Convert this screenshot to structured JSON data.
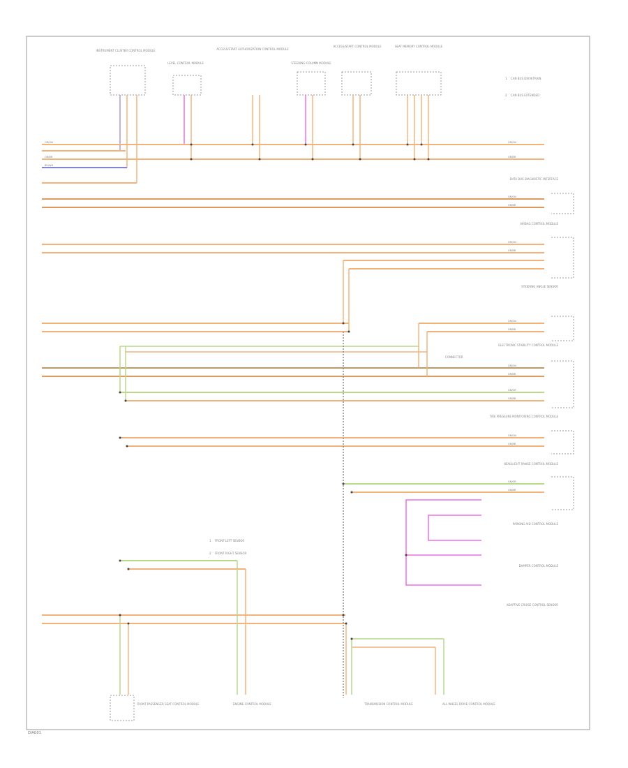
{
  "page": {
    "ref": "DIAG01"
  },
  "colors": {
    "orange": "#f2b27a",
    "orange_dark": "#e09a5e",
    "blue": "#7f7ff0",
    "green": "#b8d98a",
    "pink": "#ee6fe6",
    "purple": "#b299cc",
    "box": "#999999",
    "text": "#777777",
    "dash": "#888888"
  },
  "top_modules": [
    {
      "id": "m1",
      "label": "INSTRUMENT CLUSTER CONTROL MODULE"
    },
    {
      "id": "m2",
      "label": "LEVEL CONTROL MODULE"
    },
    {
      "id": "m3",
      "label": "ACCESS/START AUTHORIZATION CONTROL MODULE"
    },
    {
      "id": "m4",
      "label": "STEERING COLUMN MODULE"
    },
    {
      "id": "m5",
      "label": "ACCESS/START CONTROL MODULE"
    },
    {
      "id": "m6",
      "label": "SEAT MEMORY CONTROL MODULE"
    }
  ],
  "legend_top": [
    {
      "num": "1",
      "text": "CAN BUS DRIVETRAIN"
    },
    {
      "num": "2",
      "text": "CAN BUS EXTENDED"
    }
  ],
  "legend_mid": [
    {
      "num": "1",
      "text": "FRONT LEFT SENSOR"
    },
    {
      "num": "2",
      "text": "FRONT RIGHT SENSOR"
    }
  ],
  "right_components": [
    {
      "id": "r1",
      "label": "DATA BUS DIAGNOSTIC INTERFACE"
    },
    {
      "id": "r2",
      "label": "AIRBAG CONTROL MODULE"
    },
    {
      "id": "r3",
      "label": "STEERING ANGLE SENSOR"
    },
    {
      "id": "r4",
      "label": "ELECTRONIC STABILITY CONTROL MODULE"
    },
    {
      "id": "r5",
      "label": "TIRE PRESSURE MONITORING CONTROL MODULE"
    },
    {
      "id": "r6",
      "label": "HEADLIGHT RANGE CONTROL MODULE"
    },
    {
      "id": "r7",
      "label": "PARKING AID CONTROL MODULE"
    },
    {
      "id": "r8",
      "label": "DAMPER CONTROL MODULE"
    },
    {
      "id": "r9",
      "label": "ADAPTIVE CRUISE CONTROL SENSOR"
    }
  ],
  "bottom_modules": [
    {
      "id": "b1",
      "label": "FRONT PASSENGER SEAT CONTROL MODULE"
    },
    {
      "id": "b2",
      "label": "ENGINE CONTROL MODULE"
    },
    {
      "id": "b3",
      "label": "TRANSMISSION CONTROL MODULE"
    },
    {
      "id": "b4",
      "label": "ALL WHEEL DRIVE CONTROL MODULE"
    }
  ],
  "wire_labels": {
    "or_gn": "OR/GN",
    "or_br": "OR/BR",
    "bu_wh": "BU/WH",
    "gn_or": "GN/OR"
  },
  "connector_label": "CONNECTOR"
}
